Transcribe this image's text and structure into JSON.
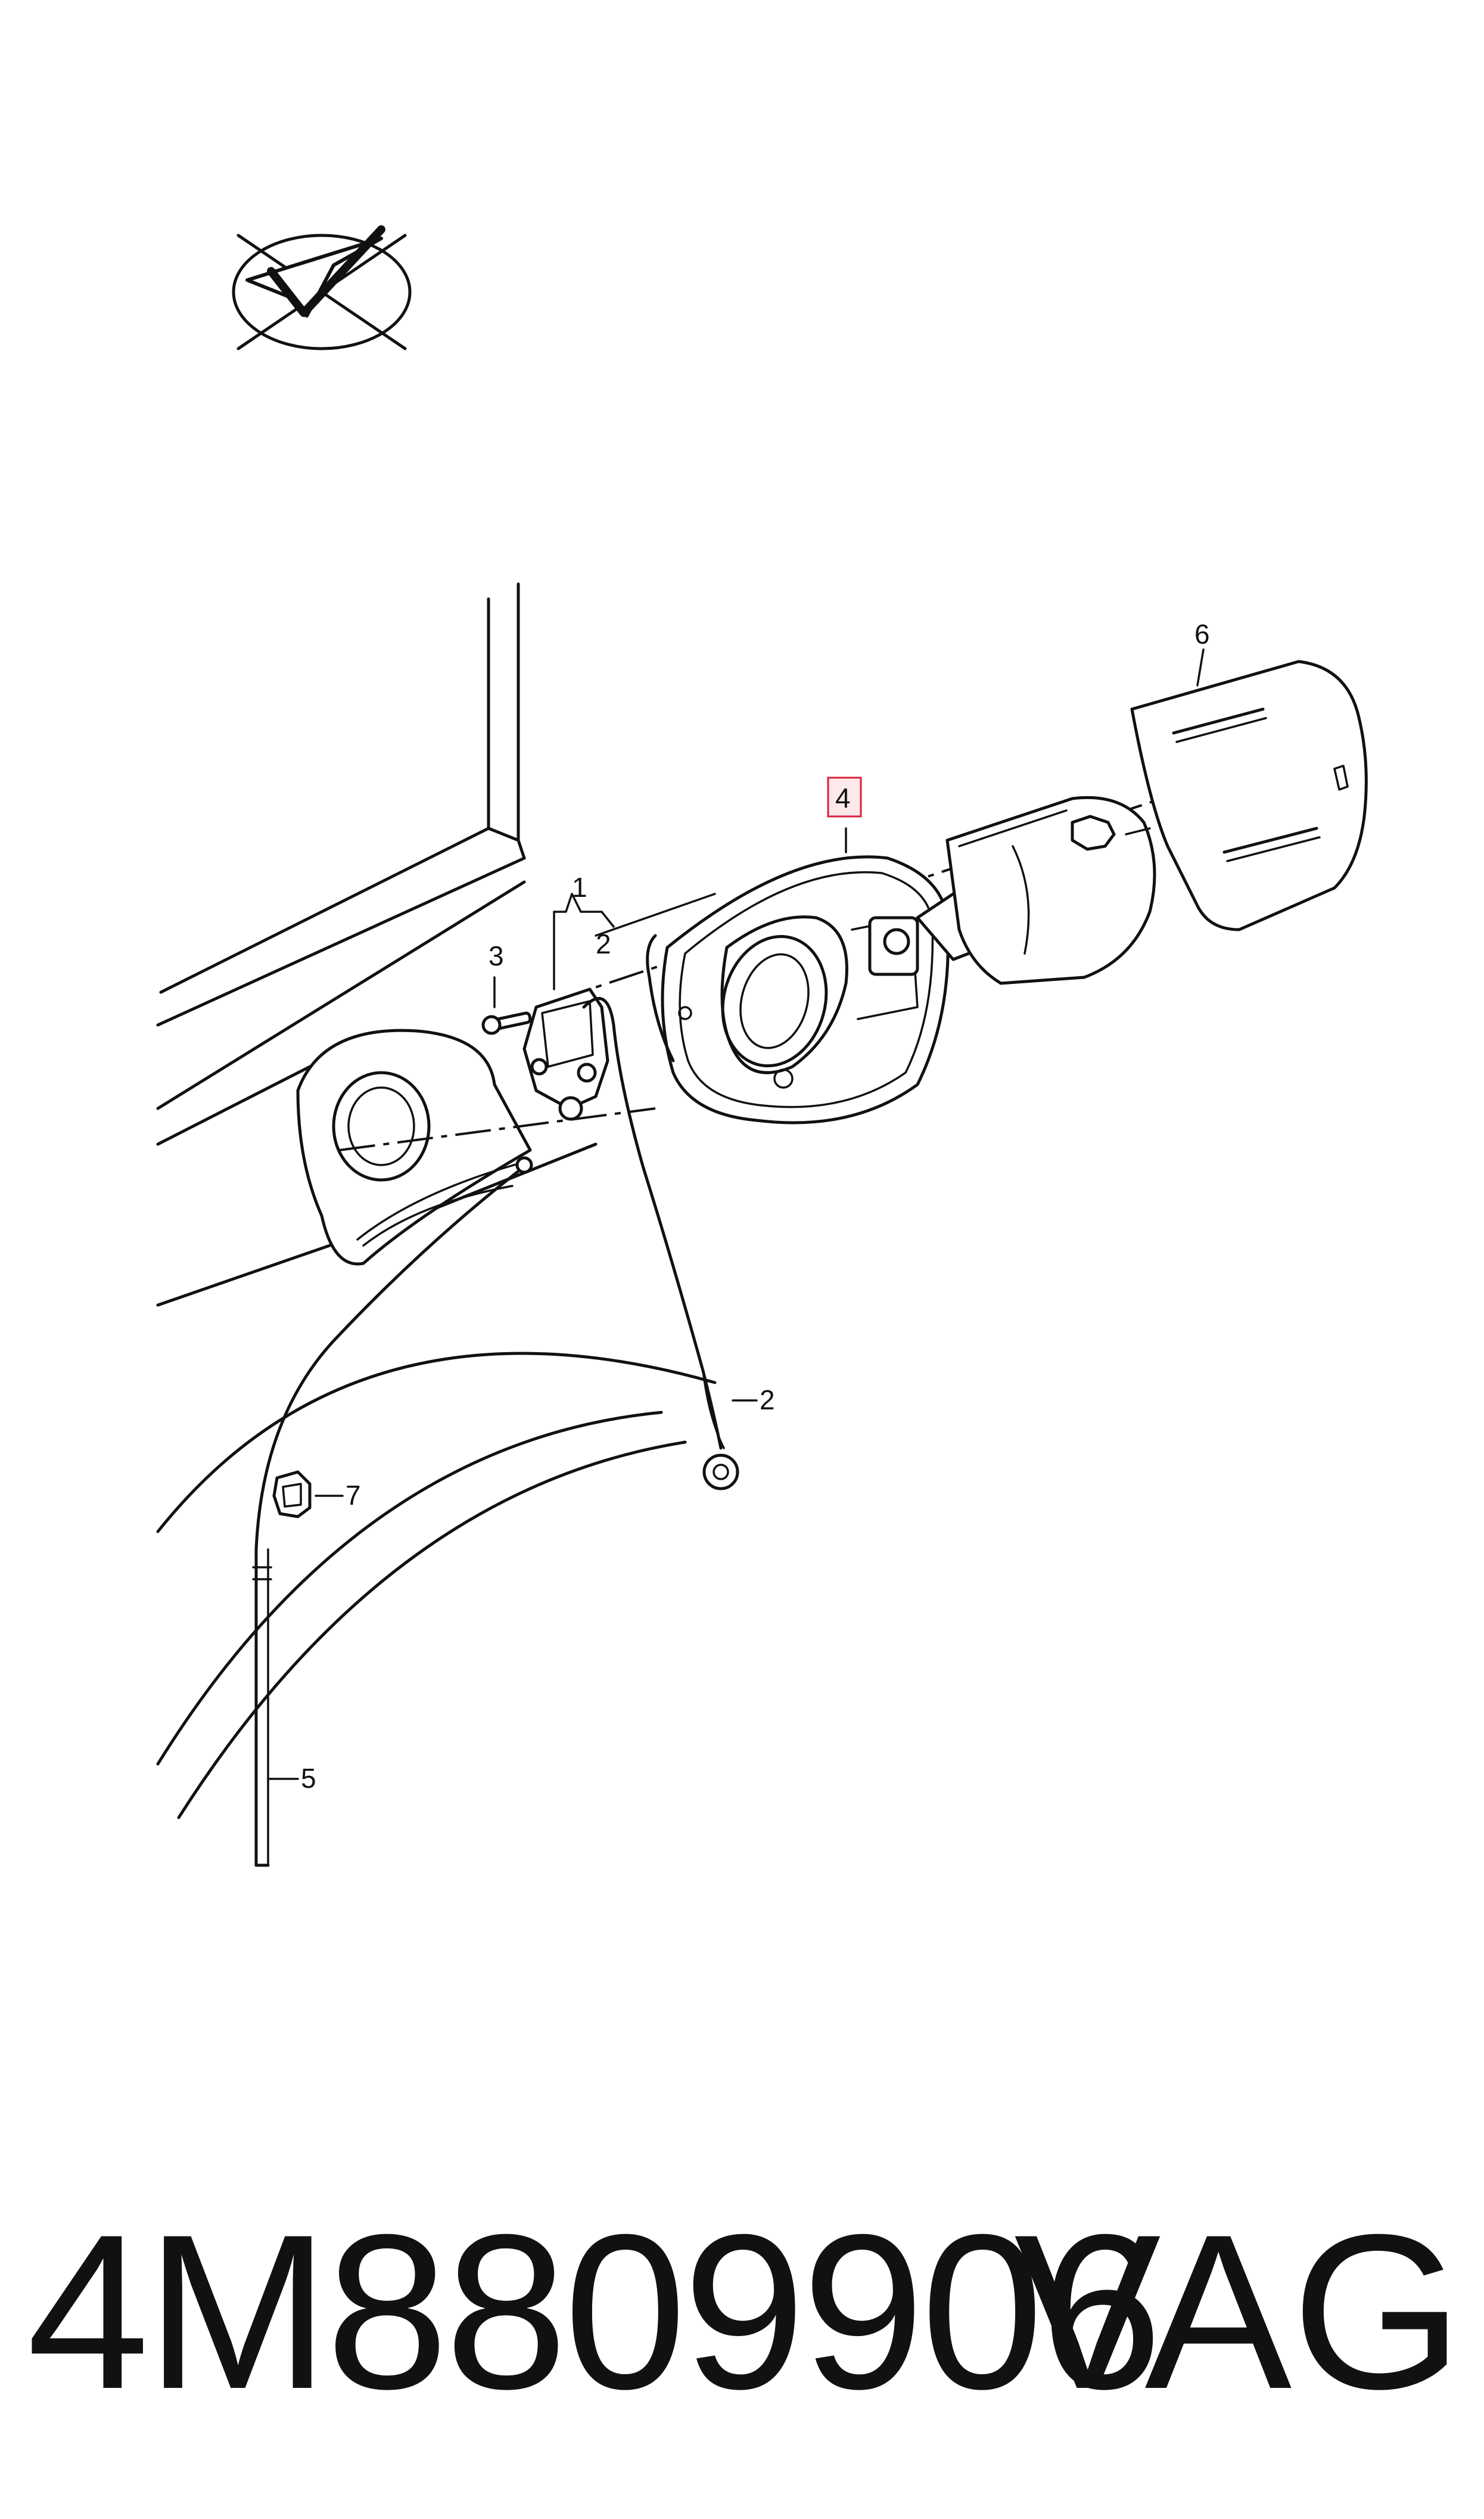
{
  "diagram": {
    "callouts": [
      {
        "id": "1",
        "label": "1"
      },
      {
        "id": "2a",
        "label": "2"
      },
      {
        "id": "3",
        "label": "3"
      },
      {
        "id": "4",
        "label": "4",
        "highlighted": true
      },
      {
        "id": "6",
        "label": "6"
      },
      {
        "id": "2b",
        "label": "2"
      },
      {
        "id": "7",
        "label": "7"
      },
      {
        "id": "5",
        "label": "5"
      }
    ],
    "highlight_color": "#d9223a",
    "logo_icon": "airplane-check-logo"
  },
  "footer": {
    "part_number": "4M8809906",
    "brand": "VAG"
  }
}
